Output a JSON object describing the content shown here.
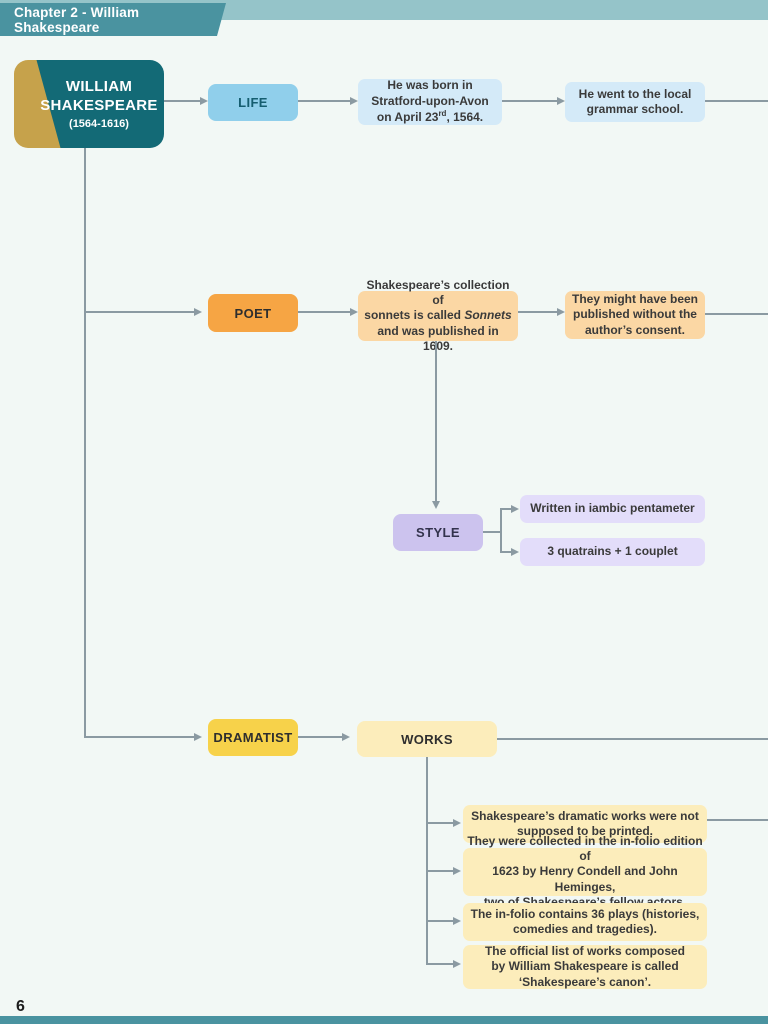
{
  "header": {
    "chapter_label": "Chapter 2 - William Shakespeare"
  },
  "footer": {
    "page_number": "6"
  },
  "root_node": {
    "name_line1": "WILLIAM",
    "name_line2": "SHAKESPEARE",
    "years": "(1564-1616)"
  },
  "life_branch": {
    "label": "LIFE",
    "birth_note": {
      "line1": "He was born in",
      "line2": "Stratford-upon-Avon",
      "line3_pre": "on April 23",
      "line3_sup": "rd",
      "line3_post": ", 1564."
    },
    "school_note": {
      "line1": "He went to the local",
      "line2": "grammar school."
    }
  },
  "poet_branch": {
    "label": "POET",
    "sonnets_note": {
      "line1": "Shakespeare’s collection of",
      "line2_pre": "sonnets is called ",
      "line2_emph": "Sonnets",
      "line3": "and was published in 1609."
    },
    "consent_note": {
      "line1": "They might have been",
      "line2": "published without the",
      "line3": "author’s consent."
    },
    "style": {
      "label": "STYLE",
      "item1": "Written in iambic pentameter",
      "item2": "3 quatrains + 1 couplet"
    }
  },
  "dramatist_branch": {
    "label": "DRAMATIST",
    "works_label": "WORKS",
    "note1": {
      "line1": "Shakespeare’s dramatic works were not",
      "line2": "supposed to be printed."
    },
    "note2": {
      "line1": "They were collected in the in-folio edition of",
      "line2_bold": "1623",
      "line2_post": " by Henry Condell and John Heminges,",
      "line3": "two of Shakespeare’s fellow actors."
    },
    "note3": {
      "line1_pre": "The in-folio contains ",
      "line1_bold": "36",
      "line1_post": " plays (histories,",
      "line2": "comedies and tragedies)."
    },
    "note4": {
      "line1": "The official list of works composed",
      "line2": "by William Shakespeare is called",
      "line3_bold": "‘Shakespeare’s canon’."
    }
  },
  "colors": {
    "header_teal": "#4a93a0",
    "strip_teal": "#95c4c9",
    "root_teal": "#136a76",
    "ribbon_gold": "#c6a24b",
    "life_blue": "#90cfeb",
    "life_light_blue": "#d4eaf8",
    "poet_orange": "#f6a544",
    "poet_peach": "#fbd7a4",
    "style_purple": "#ccc3ee",
    "style_light_purple": "#e3ddfa",
    "dramatist_yellow": "#f7d24a",
    "works_pale_yellow": "#fcedbb",
    "connector_gray": "#8b9aa2"
  }
}
